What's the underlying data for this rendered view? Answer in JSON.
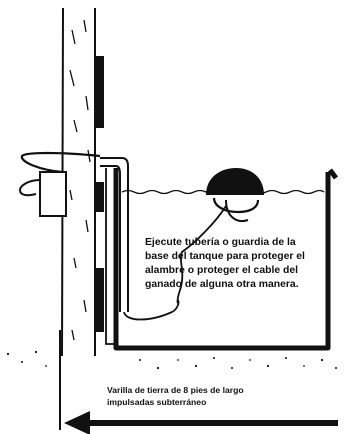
{
  "annotations": {
    "pipe_note": [
      "Ejecute tubería o guardia de la",
      "base del tanque para proteger el",
      "alambre o proteger el cable del",
      "ganado de alguna otra manera."
    ],
    "rod_note": [
      "Varilla de tierra de 8 pies de largo",
      "impulsadas  subterráneo"
    ]
  },
  "colors": {
    "ink": "#111111",
    "background": "#ffffff"
  }
}
